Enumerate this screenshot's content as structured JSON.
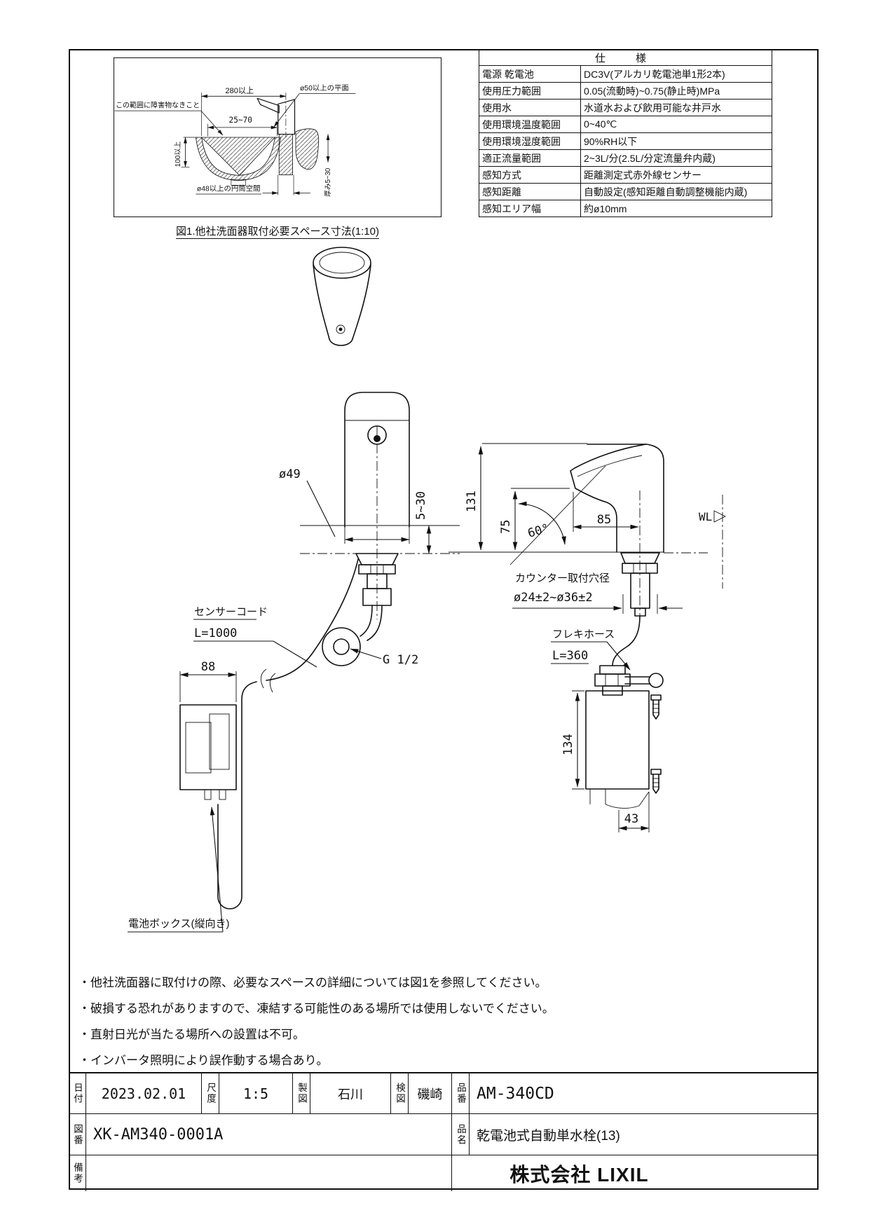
{
  "figure1": {
    "caption": "図1.他社洗面器取付必要スペース寸法(1:10)",
    "no_obstacle": "この範囲に障害物なきこと",
    "dim_280": "280以上",
    "dim_plane50": "ø50以上の平面",
    "dim_25_70": "25~70",
    "dim_100": "100以上",
    "dim_cyl48": "ø48以上の円筒空間",
    "dim_thickness": "厚み5~30"
  },
  "spec": {
    "title": "仕　様",
    "rows": [
      {
        "label": "電源 乾電池",
        "value": "DC3V(アルカリ乾電池単1形2本)"
      },
      {
        "label": "使用圧力範囲",
        "value": "0.05(流動時)~0.75(静止時)MPa"
      },
      {
        "label": "使用水",
        "value": "水道水および飲用可能な井戸水"
      },
      {
        "label": "使用環境温度範囲",
        "value": "0~40℃"
      },
      {
        "label": "使用環境湿度範囲",
        "value": "90%RH以下"
      },
      {
        "label": "適正流量範囲",
        "value": "2~3L/分(2.5L/分定流量弁内蔵)"
      },
      {
        "label": "感知方式",
        "value": "距離測定式赤外線センサー"
      },
      {
        "label": "感知距離",
        "value": "自動設定(感知距離自動調整機能内蔵)"
      },
      {
        "label": "感知エリア幅",
        "value": "約ø10mm"
      }
    ]
  },
  "front_view": {
    "dim_dia49": "ø49",
    "dim_5_30": "5~30",
    "cord_label": "センサーコード",
    "cord_len": "L=1000",
    "thread": "G 1/2",
    "dim_88": "88",
    "battery_label": "電池ボックス(縦向き)"
  },
  "side_view": {
    "dim_131": "131",
    "dim_75": "75",
    "dim_60": "60°",
    "dim_85": "85",
    "wl": "WL",
    "hole_label": "カウンター取付穴径",
    "hole_dim": "ø24±2~ø36±2",
    "hose_label": "フレキホース",
    "hose_len": "L=360",
    "dim_134": "134",
    "dim_43": "43"
  },
  "notes": [
    "・他社洗面器に取付けの際、必要なスペースの詳細については図1を参照してください。",
    "・破損する恐れがありますので、凍結する可能性のある場所では使用しないでください。",
    "・直射日光が当たる場所への設置は不可。",
    "・インバータ照明により誤作動する場合あり。"
  ],
  "title_block": {
    "date_label": "日付",
    "date": "2023.02.01",
    "scale_label": "尺度",
    "scale": "1:5",
    "drafter_label": "製図",
    "drafter": "石川",
    "checker_label": "検図",
    "checker": "磯崎",
    "part_label": "品番",
    "part_no": "AM-340CD",
    "dwg_label": "図番",
    "dwg_no": "XK-AM340-0001A",
    "name_label": "品名",
    "product_name": "乾電池式自動単水栓(13)",
    "remarks_label": "備考",
    "company": "株式会社 LIXIL"
  },
  "colors": {
    "line": "#111111",
    "background": "#ffffff"
  }
}
